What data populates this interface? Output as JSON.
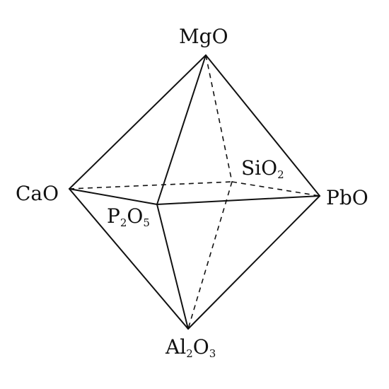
{
  "diagram": {
    "vertices": {
      "top": {
        "formula": "MgO",
        "parts": [
          {
            "t": "MgO"
          }
        ]
      },
      "left": {
        "formula": "CaO",
        "parts": [
          {
            "t": "CaO"
          }
        ]
      },
      "right": {
        "formula": "PbO",
        "parts": [
          {
            "t": "PbO"
          }
        ]
      },
      "back": {
        "formula": "SiO2",
        "parts": [
          {
            "t": "SiO"
          },
          {
            "s": "2"
          }
        ]
      },
      "front": {
        "formula": "P2O5",
        "parts": [
          {
            "t": "P"
          },
          {
            "s": "2"
          },
          {
            "t": "O"
          },
          {
            "s": "5"
          }
        ]
      },
      "bottom": {
        "formula": "Al2O3",
        "parts": [
          {
            "t": "Al"
          },
          {
            "s": "2"
          },
          {
            "t": "O"
          },
          {
            "s": "3"
          }
        ]
      }
    },
    "solid_edges": [
      [
        "top",
        "left"
      ],
      [
        "top",
        "right"
      ],
      [
        "top",
        "front"
      ],
      [
        "left",
        "bottom"
      ],
      [
        "right",
        "bottom"
      ],
      [
        "front",
        "bottom"
      ],
      [
        "left",
        "front"
      ],
      [
        "front",
        "right"
      ]
    ],
    "dashed_edges": [
      [
        "top",
        "back"
      ],
      [
        "back",
        "bottom"
      ],
      [
        "left",
        "back"
      ],
      [
        "back",
        "right"
      ]
    ]
  }
}
